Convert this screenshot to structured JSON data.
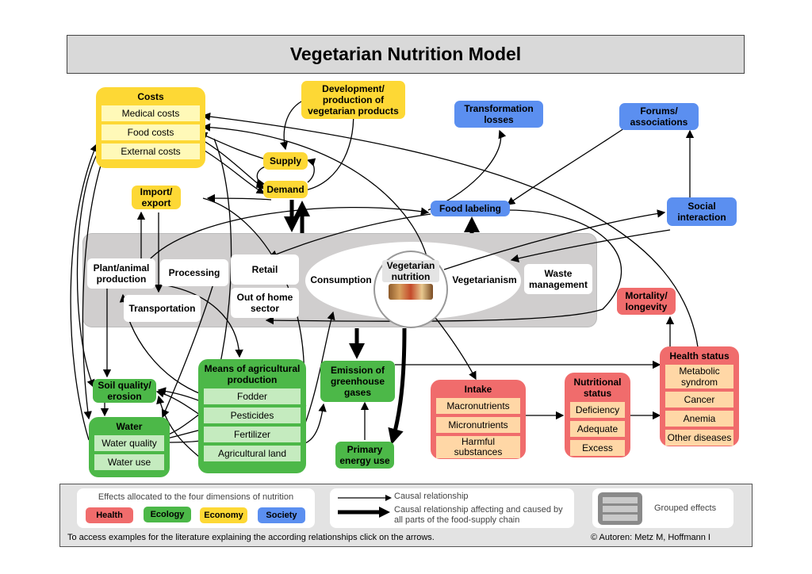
{
  "title": "Vegetarian Nutrition Model",
  "costs": {
    "title": "Costs",
    "items": [
      "Medical  costs",
      "Food costs",
      "External costs"
    ]
  },
  "development": "Development/ production of vegetarian products",
  "supply": "Supply",
  "demand": "Demand",
  "import_export": "Import/ export",
  "transformation_losses": "Transformation losses",
  "forums": "Forums/ associations",
  "food_labeling": "Food labeling",
  "social_interaction": "Social interaction",
  "chain": {
    "plant_animal": "Plant/animal production",
    "processing": "Processing",
    "transportation": "Transportation",
    "retail": "Retail",
    "out_of_home": "Out of home sector",
    "consumption": "Consumption",
    "vegetarian_nutrition": "Vegetarian nutrition",
    "vegetarianism": "Vegetarianism",
    "waste_management": "Waste management"
  },
  "mortality": "Mortality/ longevity",
  "health_status": {
    "title": "Health status",
    "items": [
      "Metabolic syndrom",
      "Cancer",
      "Anemia",
      "Other diseases"
    ]
  },
  "soil_quality": "Soil quality/ erosion",
  "water": {
    "title": "Water",
    "items": [
      "Water quality",
      "Water use"
    ]
  },
  "means": {
    "title": "Means of agricultural production",
    "items": [
      "Fodder",
      "Pesticides",
      "Fertilizer",
      "Agricultural land"
    ]
  },
  "emission": "Emission of greenhouse gases",
  "primary_energy": "Primary energy use",
  "intake": {
    "title": "Intake",
    "items": [
      "Macronutrients",
      "Micronutrients",
      "Harmful substances"
    ]
  },
  "nutritional_status": {
    "title": "Nutritional status",
    "items": [
      "Deficiency",
      "Adequate",
      "Excess"
    ]
  },
  "legend": {
    "dimensions_title": "Effects allocated to the four dimensions of nutrition",
    "dimensions": [
      "Health",
      "Ecology",
      "Economy",
      "Society"
    ],
    "causal": "Causal relationship",
    "causal_all": "Causal relationship affecting and caused by all parts of the food-supply chain",
    "grouped": "Grouped effects",
    "footer_left": "To access examples for the literature explaining the according relationships click on the arrows.",
    "footer_right": "© Autoren: Metz M, Hoffmann I"
  },
  "colors": {
    "health": "#f06c6c",
    "ecology": "#4cb848",
    "economy": "#fdd835",
    "society": "#5b8ff0"
  }
}
